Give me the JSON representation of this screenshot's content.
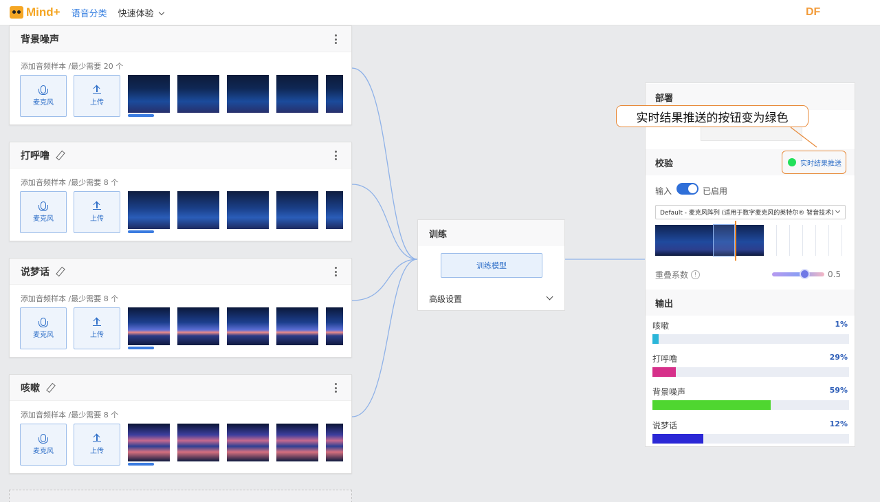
{
  "app": {
    "logo_text": "Mind+",
    "nav": [
      {
        "label": "语音分类"
      },
      {
        "label": "快速体验"
      }
    ],
    "watermark": "DF"
  },
  "classes": [
    {
      "name": "背景噪声",
      "hint": "添加音频样本 /最少需要 20 个",
      "mic_label": "麦克风",
      "upload_label": "上传",
      "spec_style": "bg",
      "editable": false
    },
    {
      "name": "打呼噜",
      "hint": "添加音频样本 /最少需要 8 个",
      "mic_label": "麦克风",
      "upload_label": "上传",
      "spec_style": "snore",
      "editable": true
    },
    {
      "name": "说梦话",
      "hint": "添加音频样本 /最少需要 8 个",
      "mic_label": "麦克风",
      "upload_label": "上传",
      "spec_style": "sleep",
      "editable": true
    },
    {
      "name": "咳嗽",
      "hint": "添加音频样本 /最少需要 8 个",
      "mic_label": "麦克风",
      "upload_label": "上传",
      "spec_style": "cough",
      "editable": true
    }
  ],
  "train": {
    "title": "训练",
    "button": "训练模型",
    "advanced": "高级设置"
  },
  "deploy": {
    "title": "部署"
  },
  "verify": {
    "title": "校验",
    "push_button": "实时结果推送",
    "push_dot_color": "#22e05a",
    "input_label": "输入",
    "input_status": "已启用",
    "input_enabled": true,
    "mic_select": "Default - 麦克风阵列 (适用于数字麦克风的英特尔® 智音技术)",
    "overlap_label": "重叠系数",
    "overlap_value": "0.5"
  },
  "output": {
    "title": "输出",
    "items": [
      {
        "label": "咳嗽",
        "pct": "1%",
        "value": 0.03,
        "color": "#2bb6d9"
      },
      {
        "label": "打呼噜",
        "pct": "29%",
        "value": 0.12,
        "color": "#d6308a"
      },
      {
        "label": "背景噪声",
        "pct": "59%",
        "value": 0.6,
        "color": "#4fd630"
      },
      {
        "label": "说梦话",
        "pct": "12%",
        "value": 0.26,
        "color": "#2b28d6"
      }
    ]
  },
  "annotation": {
    "text": "实时结果推送的按钮变为绿色",
    "border_color": "#e88a3a"
  }
}
